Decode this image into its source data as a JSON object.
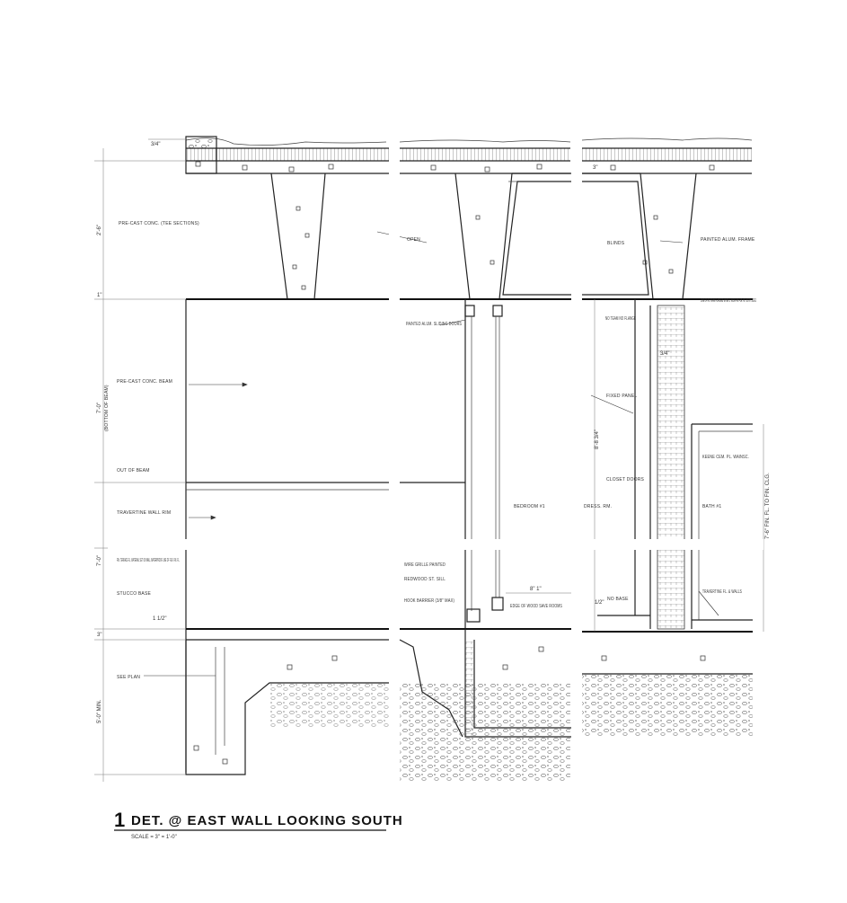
{
  "title": {
    "number": "1",
    "text": "DET. @ EAST WALL LOOKING SOUTH",
    "scale": "SCALE = 3\" = 1'-0\""
  },
  "annotations": {
    "precast_conc_tee": "PRE-CAST CONC. (TEE SECTIONS)",
    "open": "OPEN",
    "painted_alum_frame": "PAINTED ALUM. FRAME",
    "blinds": "BLINDS",
    "line_of_roof": "LINE OF RO TEAM FLANGED WHEN 3' WIDE FIN FLR. MT. BOTH SIDES",
    "painted_alum_sliding_doors": "PAINTED ALUM. SLIDING DOORS",
    "no_team_no_flange": "NO TEAM NO FLANGE",
    "precast_conc_beam": "PRE-CAST CONC. BEAM",
    "fixed_panel": "FIXED PANEL",
    "keene_cem": "KEENE CEM. PL. WAINSC.",
    "out_of_beam": "OUT OF BEAM",
    "closet_doors": "CLOSET DOORS",
    "travertine_wall_rim": "TRAVERTINE WALL RIM",
    "bedroom": "BEDROOM #1",
    "dressing_rm": "DRESS. RM.",
    "bath": "BATH #1",
    "terrace_fl": "FIN. TERRACE FL. MATERIAL SET ON WALL WATERPROOF LINE OF FLR. FIN. FL.",
    "stucco_base": "STUCCO BASE",
    "wire_grille": "WIRE GRILLE PAINTED",
    "redwood_st_sill": "REDWOOD ST. SILL",
    "hook_barrier": "HOOK BARRIER (3/8\" MAX)",
    "edge_of_wood": "EDGE OF WOOD SAVE ROOMS",
    "no_base": "NO BASE",
    "travertine_fl": "TRAVERTINE FL. & WALLS",
    "see_plan": "SEE PLAN"
  },
  "dimensions": {
    "roof_thickness": "3/4\"",
    "tee_depth": "2'-6\"",
    "beam_height": "7'-0\"",
    "beam_note": "(BOTTOM OF BEAM)",
    "upper_gap": "1\"",
    "wall_height": "7'-0\"",
    "threshold": "3\"",
    "footing": "5'-0\" MIN.",
    "room_height": "8'-8 3/4\"",
    "bath_height": "7'-6\" FIN. FL. TO FIN. CLG.",
    "sill_width": "8\" 1\"",
    "top_dim": "3\"",
    "dim_3_4": "3/4\"",
    "dim_1_half": "1 1/2\"",
    "dim_base": "1/2\""
  }
}
